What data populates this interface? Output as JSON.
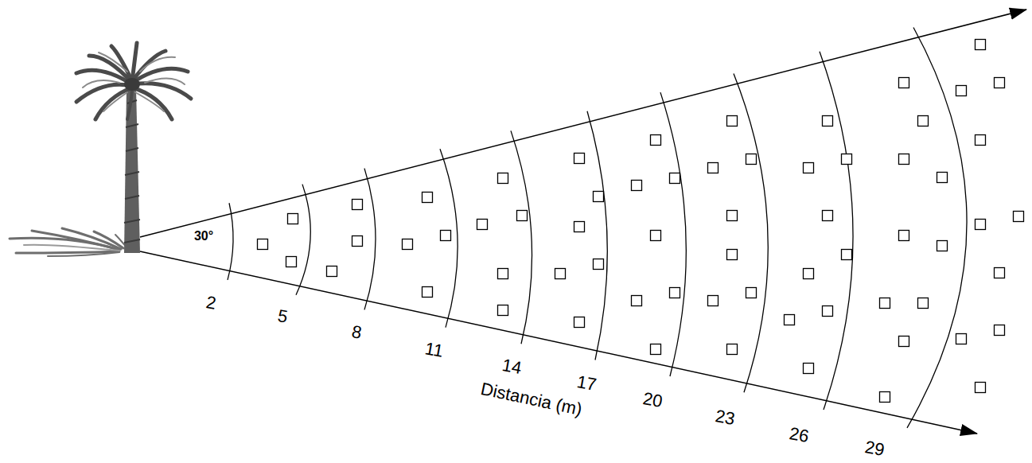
{
  "diagram": {
    "labels": [
      "30°",
      "2",
      "5",
      "8",
      "11",
      "14",
      "17",
      "20",
      "23",
      "26",
      "29",
      "Distancia (m)"
    ]
  }
}
